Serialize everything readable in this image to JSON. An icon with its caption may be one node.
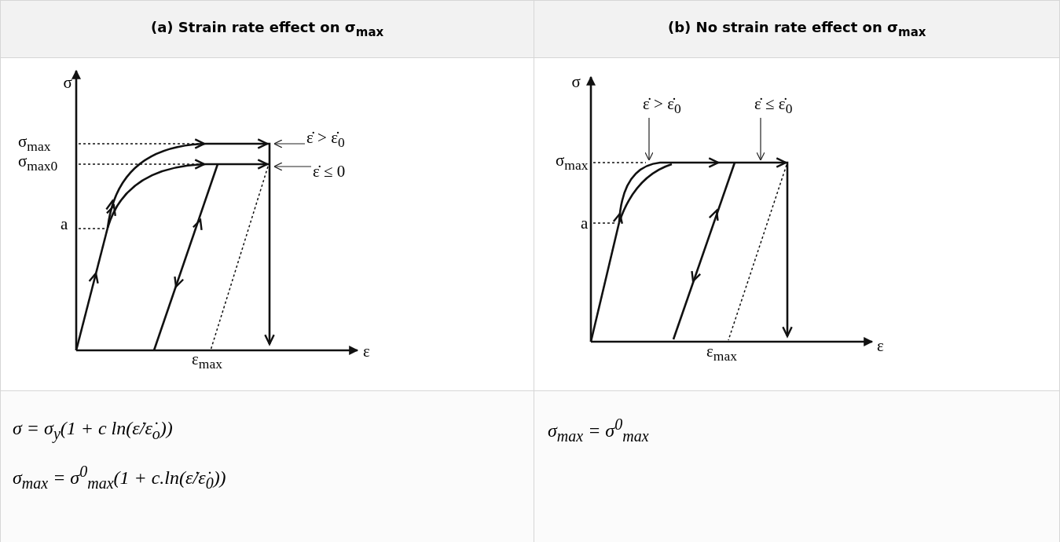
{
  "diagram": {
    "nodes": [
      {
        "text": [
          "ε̇ > ε̇$_{0}$"
        ]
      },
      {
        "text": [
          "ε̇ ≤ 0"
        ]
      },
      {
        "text": [
          "ε̇ > ε̇$_{0}$"
        ]
      },
      {
        "text": [
          "ε̇ ≤ ε̇$_{0}$"
        ]
      }
    ],
    "edges": [
      {
        "from": 0,
        "to": null,
        "arrow": "to"
      },
      {
        "from": 1,
        "to": null,
        "arrow": "to"
      },
      {
        "from": 2,
        "to": null,
        "arrow": "to"
      },
      {
        "from": 3,
        "to": null,
        "arrow": "to"
      }
    ],
    "labels": [
      "(a) Strain rate effect on σ$_{max}$",
      "(b) No strain rate effect on σ$_{max}$",
      "σ",
      "σ$_{max}$",
      "σ$_{max0}$",
      "a",
      "ε",
      "ε$_{max}$",
      "σ",
      "σ$_{max}$",
      "a",
      "ε",
      "ε$_{max}$",
      "σ = σ$_{y}$(1 + c ln(ε̇/ε̇$_{o}$))",
      "σ$_{max}$ = σ$^{0}$$_{max}$(1 + c.ln(ε̇/ε̇$_{0}$))",
      "σ$_{max}$ = σ$^{0}$$_{max}$"
    ]
  }
}
